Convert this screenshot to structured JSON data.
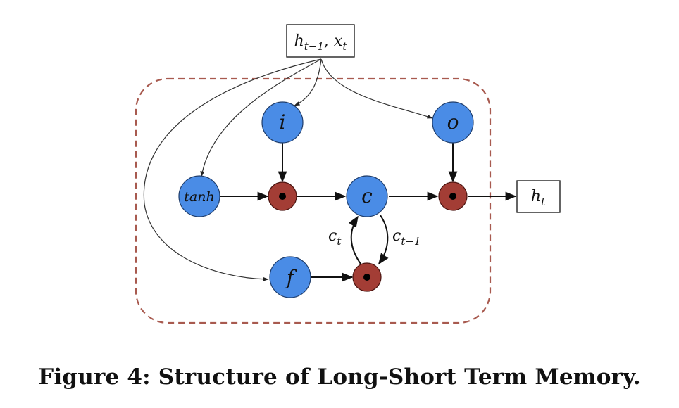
{
  "diagram": {
    "input_box": {
      "main1": "h",
      "sub1": "t−1",
      "sep": ", ",
      "main2": "x",
      "sub2": "t"
    },
    "output_box": {
      "main": "h",
      "sub": "t"
    },
    "gates": {
      "i": "i",
      "o": "o",
      "tanh": "tanh",
      "c": "c",
      "f": "f"
    },
    "edge_labels": {
      "c_t": {
        "main": "c",
        "sub": "t"
      },
      "c_t_minus_1": {
        "main": "c",
        "sub": "t−1"
      }
    },
    "colors": {
      "gate_fill": "#4a8ce6",
      "product_fill": "#a33d35",
      "boundary": "#a85a4f"
    }
  },
  "caption": "Figure 4: Structure of Long-Short Term Memory."
}
